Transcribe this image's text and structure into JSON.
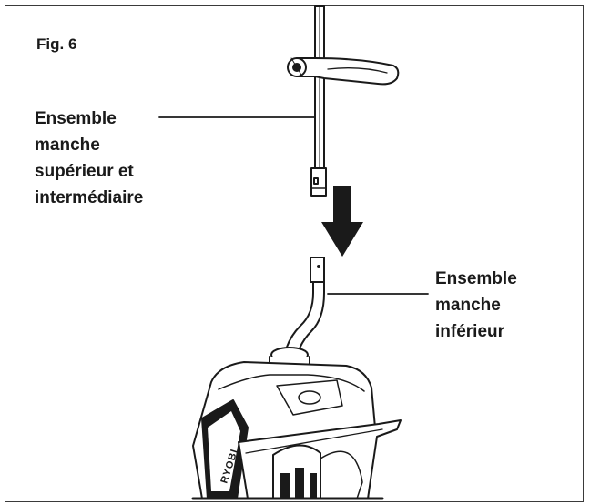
{
  "figure": {
    "title": "Fig. 6",
    "upper_assembly": {
      "lines": [
        "Ensemble",
        "manche",
        "supérieur et",
        "intermédiaire"
      ]
    },
    "lower_assembly": {
      "lines": [
        "Ensemble",
        "manche",
        "inférieur"
      ]
    },
    "body_text": "RYOBI"
  },
  "colors": {
    "line": "#1a1a1a",
    "frame": "#3a3a3a",
    "background": "#ffffff"
  }
}
